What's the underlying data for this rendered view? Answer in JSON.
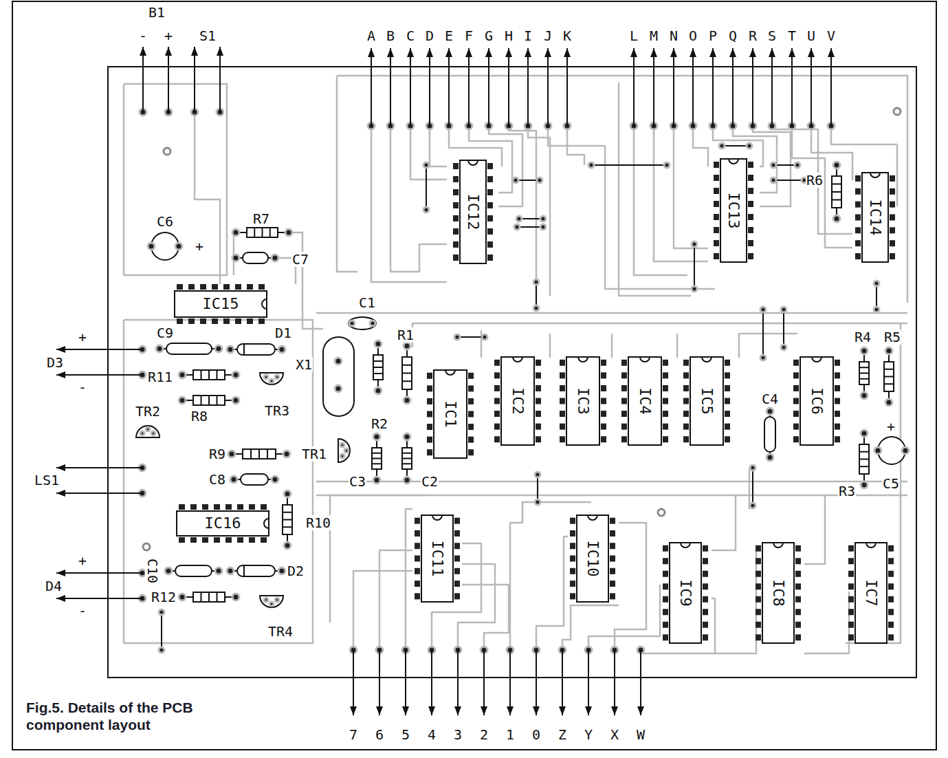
{
  "diagram": {
    "caption": "Fig.5. Details of the PCB component layout",
    "nodes": [
      {
        "text": [
          "IC12"
        ]
      },
      {
        "text": [
          "IC13"
        ]
      },
      {
        "text": [
          "IC14"
        ]
      },
      {
        "text": [
          "IC15"
        ]
      },
      {
        "text": [
          "IC1"
        ]
      },
      {
        "text": [
          "IC2"
        ]
      },
      {
        "text": [
          "IC3"
        ]
      },
      {
        "text": [
          "IC4"
        ]
      },
      {
        "text": [
          "IC5"
        ]
      },
      {
        "text": [
          "IC6"
        ]
      },
      {
        "text": [
          "IC16"
        ]
      },
      {
        "text": [
          "IC11"
        ]
      },
      {
        "text": [
          "IC10"
        ]
      },
      {
        "text": [
          "IC9"
        ]
      },
      {
        "text": [
          "IC8"
        ]
      },
      {
        "text": [
          "IC7"
        ]
      }
    ],
    "labels": [
      "B1",
      "-",
      "+",
      "S1",
      "A",
      "B",
      "C",
      "D",
      "E",
      "F",
      "G",
      "H",
      "I",
      "J",
      "K",
      "L",
      "M",
      "N",
      "O",
      "P",
      "Q",
      "R",
      "S",
      "T",
      "U",
      "V",
      "C6",
      "+",
      "R7",
      "C7",
      "R6",
      "C1",
      "+",
      "D3",
      "-",
      "C9",
      "D1",
      "R11",
      "X1",
      "R1",
      "TR3",
      "R8",
      "TR2",
      "R2",
      "TR1",
      "R9",
      "C8",
      "LS1",
      "C3",
      "C2",
      "R10",
      "+",
      "C10",
      "D2",
      "D4",
      "-",
      "R12",
      "TR4",
      "R4",
      "R5",
      "C4",
      "+",
      "R3",
      "C5",
      "7",
      "6",
      "5",
      "4",
      "3",
      "2",
      "1",
      "0",
      "Z",
      "Y",
      "X",
      "W"
    ]
  }
}
